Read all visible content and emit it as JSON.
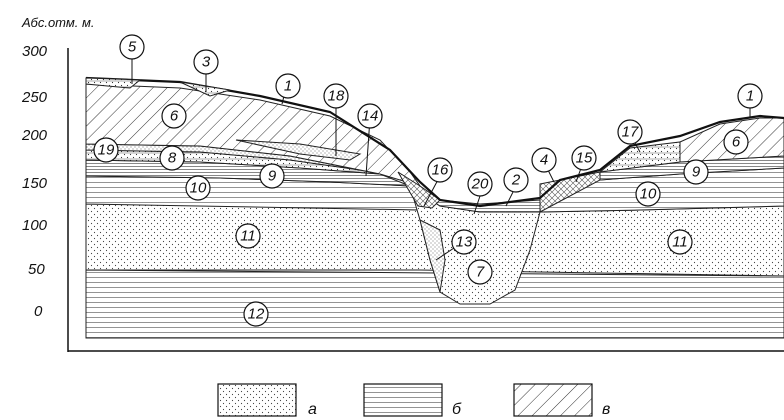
{
  "figure": {
    "axis_title": "Абс.отм. м.",
    "y_ticks": [
      "300",
      "250",
      "200",
      "150",
      "100",
      "50",
      "0"
    ]
  },
  "layers": [
    {
      "id": "1",
      "label": "1"
    },
    {
      "id": "2",
      "label": "2"
    },
    {
      "id": "3",
      "label": "3"
    },
    {
      "id": "4",
      "label": "4"
    },
    {
      "id": "5",
      "label": "5"
    },
    {
      "id": "6",
      "label": "6"
    },
    {
      "id": "7",
      "label": "7"
    },
    {
      "id": "8",
      "label": "8"
    },
    {
      "id": "9",
      "label": "9"
    },
    {
      "id": "10",
      "label": "10"
    },
    {
      "id": "11",
      "label": "11"
    },
    {
      "id": "12",
      "label": "12"
    },
    {
      "id": "13",
      "label": "13"
    },
    {
      "id": "14",
      "label": "14"
    },
    {
      "id": "15",
      "label": "15"
    },
    {
      "id": "16",
      "label": "16"
    },
    {
      "id": "17",
      "label": "17"
    },
    {
      "id": "18",
      "label": "18"
    },
    {
      "id": "19",
      "label": "19"
    },
    {
      "id": "20",
      "label": "20"
    }
  ],
  "legend": {
    "items": [
      {
        "label": "а",
        "pattern": "dots"
      },
      {
        "label": "б",
        "pattern": "lines"
      },
      {
        "label": "в",
        "pattern": "hatch"
      }
    ]
  }
}
